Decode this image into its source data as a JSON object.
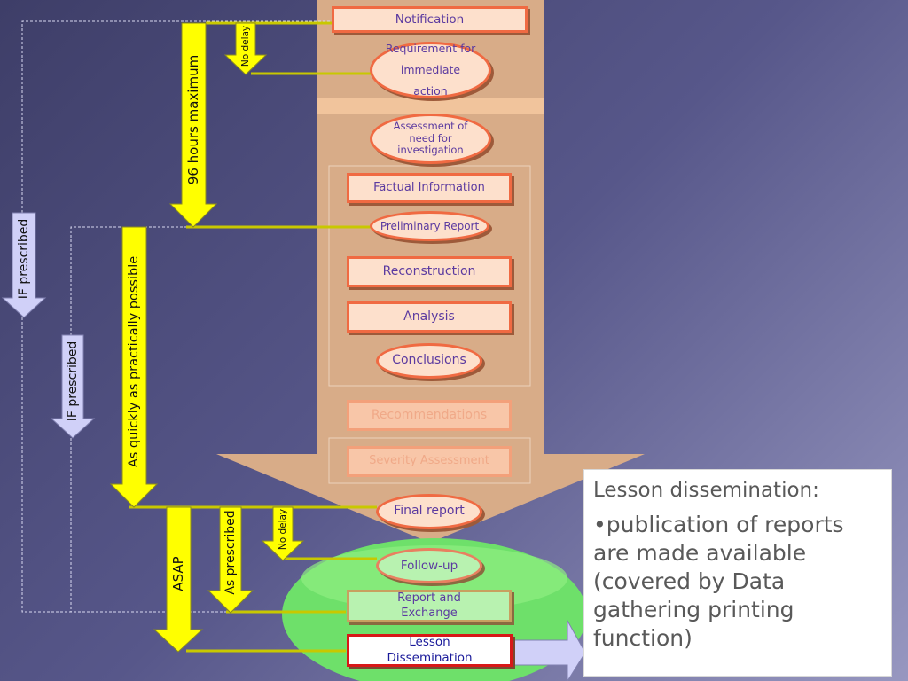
{
  "process_boxes": {
    "notification": "Notification",
    "requirement": "Requirement for immediate  action",
    "assessment": "Assessment of need for investigation",
    "factual": "Factual Information",
    "preliminary": "Preliminary Report",
    "reconstruction": "Reconstruction",
    "analysis": "Analysis",
    "conclusions": "Conclusions",
    "recommendations": "Recommendations",
    "severity": "Severity Assessment",
    "final_report": "Final report",
    "follow_up": "Follow-up",
    "report_exchange": "Report and Exchange",
    "lesson": "Lesson Dissemination"
  },
  "arrow_labels": {
    "hours96": "96 hours maximum",
    "no_delay_top": "No delay",
    "if_prescribed_outer": "IF prescribed",
    "if_prescribed_inner": "IF prescribed",
    "asap_long": "As quickly as practically possible",
    "asap": "ASAP",
    "as_prescribed": "As prescribed",
    "no_delay_bottom": "No delay"
  },
  "info_panel": {
    "heading": "Lesson dissemination:",
    "bullet": "•publication of reports are made available (covered by Data gathering printing function)"
  },
  "colors": {
    "background": "#57578a",
    "column": "#d8ac88",
    "arrow_yellow": "#ffff00",
    "arrow_lavender": "#d0d0f8",
    "box_border": "#f06a42",
    "green_ellipse": "#6ee06a"
  }
}
